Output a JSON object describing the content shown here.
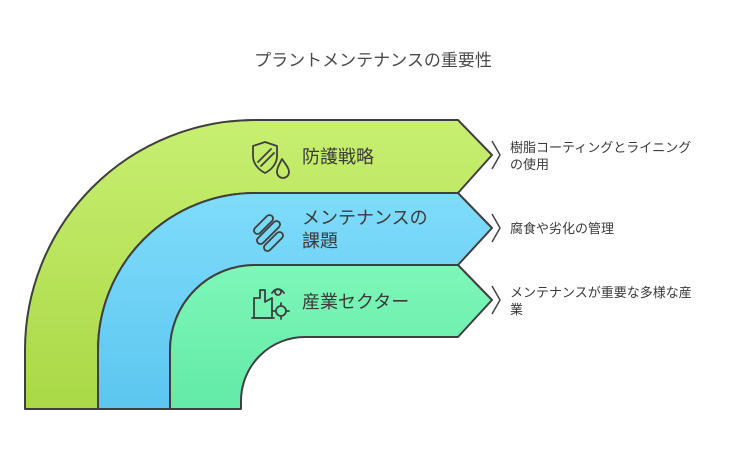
{
  "title": "プラントメンテナンスの重要性",
  "layers": [
    {
      "id": "outer",
      "label_lines": [
        "防護戦略"
      ],
      "icon": "shield-droplet-icon",
      "color": "#c8ef71",
      "gradient_bottom": "#a9d846",
      "description_lines": [
        "樹脂コーティングとライニング",
        "の使用"
      ]
    },
    {
      "id": "middle",
      "label_lines": [
        "メンテナンスの",
        "課題"
      ],
      "icon": "striped-bars-icon",
      "color": "#7fdcfb",
      "gradient_bottom": "#5cc6ef",
      "description_lines": [
        "腐食や劣化の管理"
      ]
    },
    {
      "id": "inner",
      "label_lines": [
        "産業セクター"
      ],
      "icon": "factory-gear-icon",
      "color": "#7ef7b9",
      "gradient_bottom": "#62eaa6",
      "description_lines": [
        "メンテナンスが重要な多様な産",
        "業"
      ]
    }
  ]
}
